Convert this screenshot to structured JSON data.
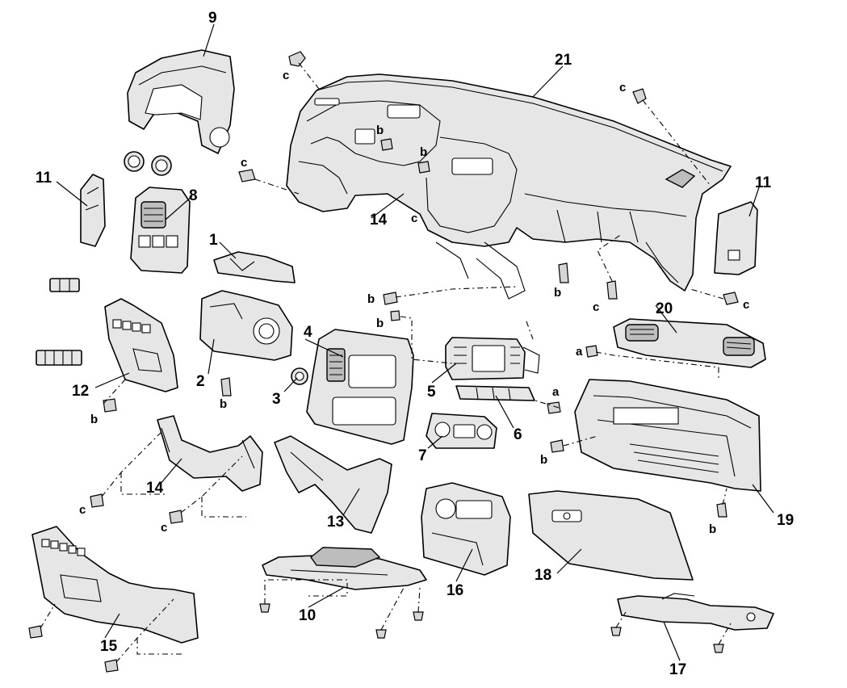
{
  "callouts": {
    "n1": "1",
    "n2": "2",
    "n3": "3",
    "n4": "4",
    "n5": "5",
    "n6": "6",
    "n7": "7",
    "n8": "8",
    "n9": "9",
    "n10": "10",
    "n11_left": "11",
    "n11_right": "11",
    "n12": "12",
    "n13": "13",
    "n14_upper": "14",
    "n14_lower": "14",
    "n15": "15",
    "n16": "16",
    "n17": "17",
    "n18": "18",
    "n19": "19",
    "n20": "20",
    "n21": "21"
  },
  "fastener_letters": {
    "a": "a",
    "b": "b",
    "c": "c"
  }
}
